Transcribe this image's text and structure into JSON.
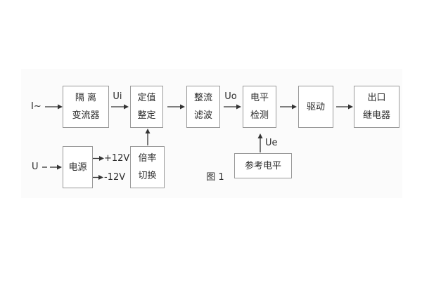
{
  "figure": {
    "caption": "图 1"
  },
  "labels": {
    "input_current": "I~",
    "input_voltage": "U",
    "ui": "Ui",
    "uo": "Uo",
    "ue": "Ue",
    "plus_12v": "+12V",
    "minus_12v": "-12V"
  },
  "blocks": {
    "isolation_transformer": {
      "line1": "隔 离",
      "line2": "变流器"
    },
    "setting_adjust": {
      "line1": "定值",
      "line2": "整定"
    },
    "rectify_filter": {
      "line1": "整流",
      "line2": "滤波"
    },
    "level_detect": {
      "line1": "电平",
      "line2": "检测"
    },
    "drive": {
      "line1": "驱动"
    },
    "output_relay": {
      "line1": "出口",
      "line2": "继电器"
    },
    "power_supply": {
      "line1": "电源"
    },
    "ratio_switch": {
      "line1": "倍率",
      "line2": "切换"
    },
    "reference_level": {
      "line1": "参考电平"
    }
  },
  "colors": {
    "box_border": "#999999",
    "line": "#333333",
    "text": "#2b2b2b",
    "panel": "#fbfbfb"
  }
}
